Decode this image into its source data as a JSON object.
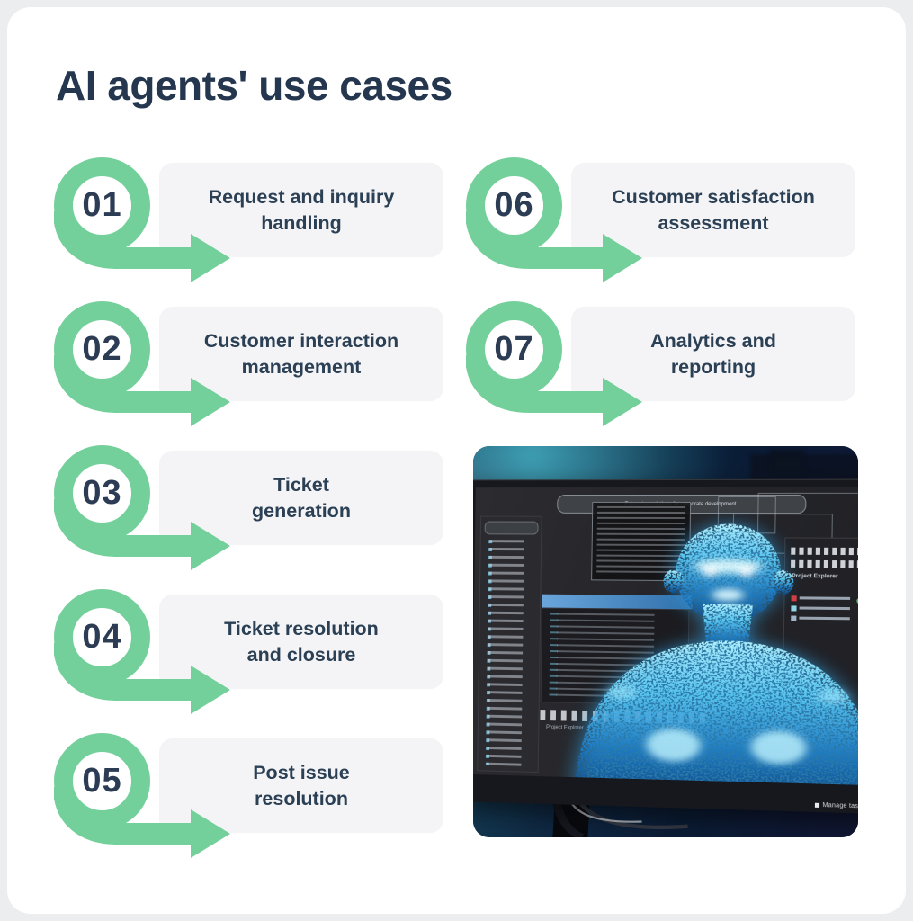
{
  "title": "AI agents' use cases",
  "items": [
    {
      "number": "01",
      "label": "Request and inquiry\nhandling"
    },
    {
      "number": "02",
      "label": "Customer interaction\nmanagement"
    },
    {
      "number": "03",
      "label": "Ticket\ngeneration"
    },
    {
      "number": "04",
      "label": "Ticket resolution\nand closure"
    },
    {
      "number": "05",
      "label": "Post issue\nresolution"
    },
    {
      "number": "06",
      "label": "Customer satisfaction\nassessment"
    },
    {
      "number": "07",
      "label": "Analytics and\nreporting"
    }
  ],
  "photo": {
    "screen_title": "Enterprise solutions for corporate development",
    "panel_label": "Project Explorer",
    "status_label": "Manage tasks"
  },
  "colors": {
    "accent_green": "#74D09B",
    "text_navy": "#2B4054",
    "box_gray": "#F4F4F6",
    "card_white": "#FFFFFF",
    "page_bg": "#ECEDEF",
    "hologram_blue": "#57C4EE"
  }
}
